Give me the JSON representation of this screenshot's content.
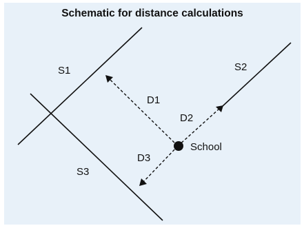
{
  "diagram": {
    "title": "Schematic for distance calculations",
    "background_color": "#e8f1f9",
    "line_color": "#111111",
    "streets": [
      {
        "name": "S1"
      },
      {
        "name": "S2"
      },
      {
        "name": "S3"
      }
    ],
    "distances": [
      {
        "name": "D1"
      },
      {
        "name": "D2"
      },
      {
        "name": "D3"
      }
    ],
    "origin": {
      "label": "School"
    }
  }
}
